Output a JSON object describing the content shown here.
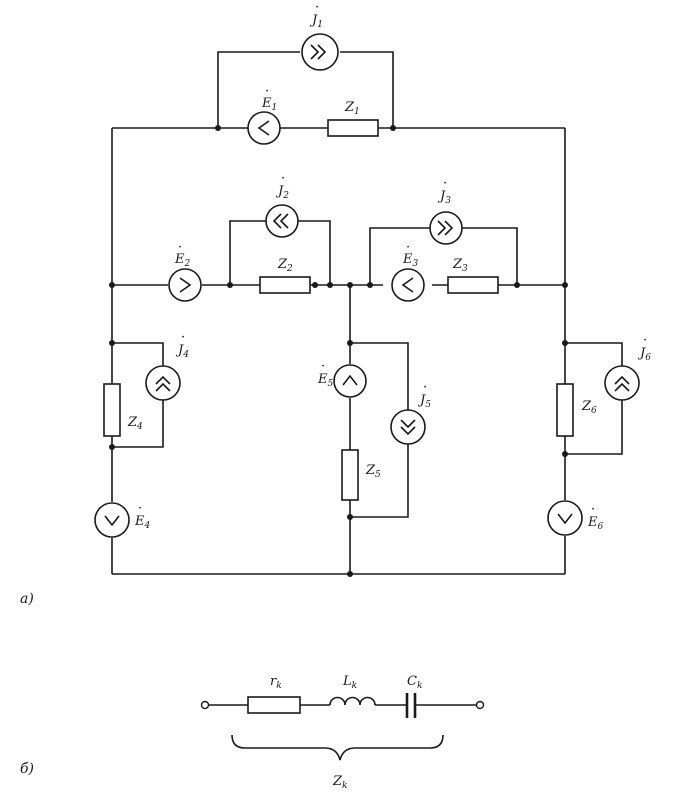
{
  "figure_a": {
    "panel_label": "а)",
    "sources_current": [
      {
        "id": "J1",
        "label": "J",
        "sub": "1"
      },
      {
        "id": "J2",
        "label": "J",
        "sub": "2"
      },
      {
        "id": "J3",
        "label": "J",
        "sub": "3"
      },
      {
        "id": "J4",
        "label": "J",
        "sub": "4"
      },
      {
        "id": "J5",
        "label": "J",
        "sub": "5"
      },
      {
        "id": "J6",
        "label": "J",
        "sub": "6"
      }
    ],
    "sources_emf": [
      {
        "id": "E1",
        "label": "E",
        "sub": "1"
      },
      {
        "id": "E2",
        "label": "E",
        "sub": "2"
      },
      {
        "id": "E3",
        "label": "E",
        "sub": "3"
      },
      {
        "id": "E4",
        "label": "E",
        "sub": "4"
      },
      {
        "id": "E5",
        "label": "E",
        "sub": "5"
      },
      {
        "id": "E6",
        "label": "E",
        "sub": "6"
      }
    ],
    "impedances": [
      {
        "id": "Z1",
        "label": "Z",
        "sub": "1"
      },
      {
        "id": "Z2",
        "label": "Z",
        "sub": "2"
      },
      {
        "id": "Z3",
        "label": "Z",
        "sub": "3"
      },
      {
        "id": "Z4",
        "label": "Z",
        "sub": "4"
      },
      {
        "id": "Z5",
        "label": "Z",
        "sub": "5"
      },
      {
        "id": "Z6",
        "label": "Z",
        "sub": "6"
      }
    ]
  },
  "figure_b": {
    "panel_label": "б)",
    "elements": [
      {
        "id": "rk",
        "label": "r",
        "sub": "k"
      },
      {
        "id": "Lk",
        "label": "L",
        "sub": "k"
      },
      {
        "id": "Ck",
        "label": "C",
        "sub": "k"
      }
    ],
    "total": {
      "label": "Z",
      "sub": "k"
    }
  }
}
